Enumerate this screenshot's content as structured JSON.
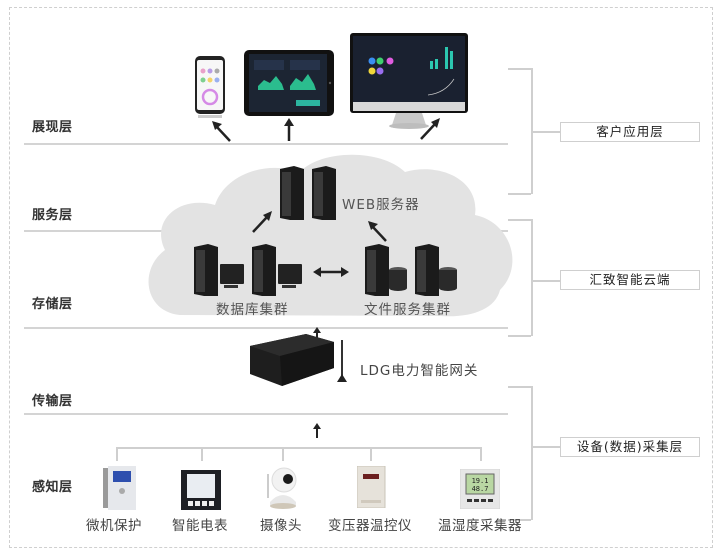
{
  "layers": [
    {
      "label": "展现层"
    },
    {
      "label": "服务层"
    },
    {
      "label": "存储层"
    },
    {
      "label": "传输层"
    },
    {
      "label": "感知层"
    }
  ],
  "groups": [
    {
      "label": "客户应用层"
    },
    {
      "label": "汇致智能云端"
    },
    {
      "label": "设备(数据)采集层"
    }
  ],
  "presentation": {
    "devices": [
      {
        "icon": "smartphone-icon"
      },
      {
        "icon": "tablet-icon"
      },
      {
        "icon": "desktop-monitor-icon"
      }
    ]
  },
  "cloud": {
    "web_servers_label": "WEB服务器",
    "db_cluster_label": "数据库集群",
    "file_cluster_label": "文件服务集群"
  },
  "gateway": {
    "label": "LDG电力智能网关"
  },
  "sensors": [
    {
      "label": "微机保护",
      "icon": "microcomputer-protection-icon"
    },
    {
      "label": "智能电表",
      "icon": "smart-meter-icon"
    },
    {
      "label": "摄像头",
      "icon": "camera-icon"
    },
    {
      "label": "变压器温控仪",
      "icon": "transformer-temp-controller-icon"
    },
    {
      "label": "温湿度采集器",
      "icon": "temp-humidity-collector-icon"
    }
  ],
  "colors": {
    "line": "#d4d4d4",
    "cloud": "#e3e3e3",
    "device_dark": "#1c2230",
    "text": "#333333"
  }
}
